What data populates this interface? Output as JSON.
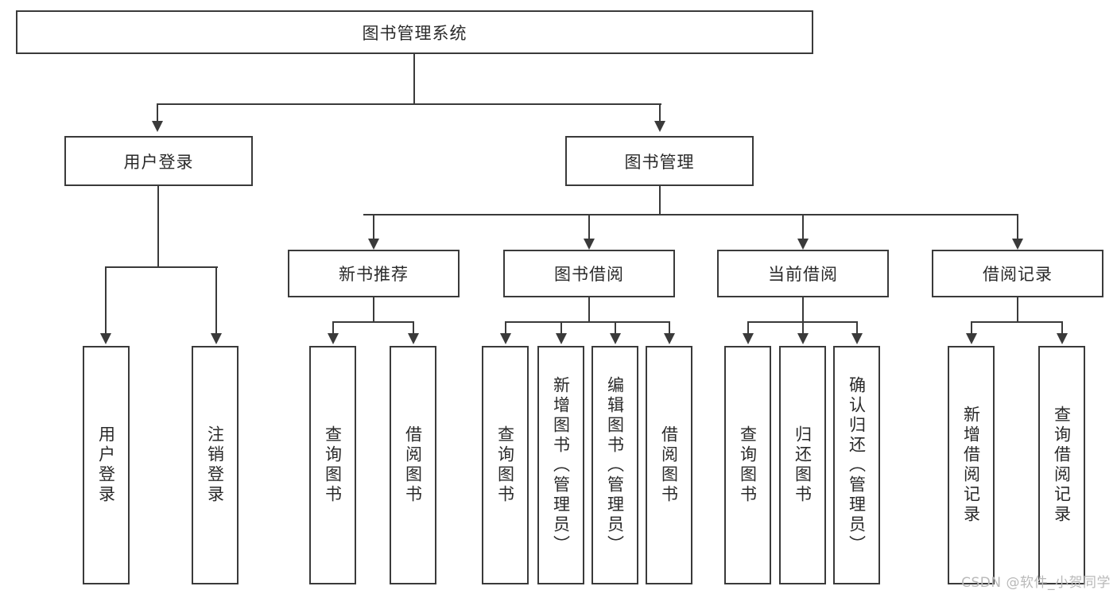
{
  "diagram": {
    "title": "图书管理系统",
    "type": "tree",
    "root": {
      "label": "图书管理系统"
    },
    "level2": [
      {
        "label": "用户登录"
      },
      {
        "label": "图书管理"
      }
    ],
    "level3": [
      {
        "label": "新书推荐"
      },
      {
        "label": "图书借阅"
      },
      {
        "label": "当前借阅"
      },
      {
        "label": "借阅记录"
      }
    ],
    "leaves": {
      "user_login": [
        {
          "label": "用户登录"
        },
        {
          "label": "注销登录"
        }
      ],
      "new_book_recommend": [
        {
          "label": "查询图书"
        },
        {
          "label": "借阅图书"
        }
      ],
      "book_borrow": [
        {
          "label": "查询图书"
        },
        {
          "label": "新增图书（管理员）"
        },
        {
          "label": "编辑图书（管理员）"
        },
        {
          "label": "借阅图书"
        }
      ],
      "current_borrow": [
        {
          "label": "查询图书"
        },
        {
          "label": "归还图书"
        },
        {
          "label": "确认归还（管理员）"
        }
      ],
      "borrow_record": [
        {
          "label": "新增借阅记录"
        },
        {
          "label": "查询借阅记录"
        }
      ]
    }
  },
  "watermark": {
    "text": "CSDN @软件_小贺同学"
  },
  "colors": {
    "stroke": "#3a3a3a",
    "background": "#ffffff",
    "text": "#2a2a2a",
    "watermark": "#b9b9b9"
  }
}
